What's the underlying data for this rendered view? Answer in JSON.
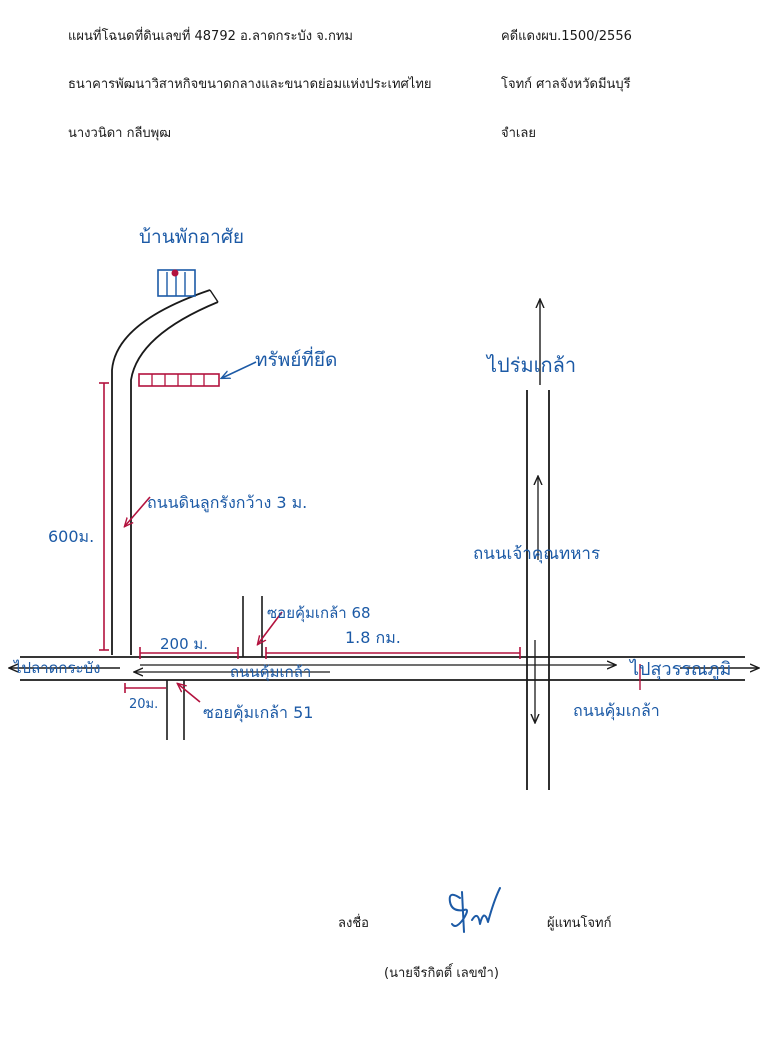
{
  "header": {
    "title": "แผนที่โฉนดที่ดินเลขที่ 48792  อ.ลาดกระบัง   จ.กทม",
    "case_no": "คดีแดงผบ.1500/2556",
    "plaintiff": "ธนาคารพัฒนาวิสาหกิจขนาดกลางและขนาดย่อมแห่งประเทศไทย",
    "plaintiff_court": "โจทก์ ศาลจังหวัดมีนบุรี",
    "defendant": "นางวนิดา กลีบพุฒ",
    "defendant_role": "จำเลย"
  },
  "map_labels": {
    "residence": "บ้านพักอาศัย",
    "seized_property": "ทรัพย์ที่ยึด",
    "to_rom_klao": "ไปร่มเกล้า",
    "dirt_road": "ถนนดินลูกรังกว้าง 3 ม.",
    "distance_600": "600ม.",
    "sahakon_road": "ถนนเจ้าคุณทหาร",
    "soi_68": "ซอยคุ้มเกล้า 68",
    "distance_1_8": "1.8 กม.",
    "distance_200": "200 ม.",
    "to_lat_krabang": "ไปลาดกระบัง",
    "khum_klao_road_main": "ถนนคุ้มเกล้า",
    "to_suvarnabhumi": "ไปสุวรรณภูมิ",
    "distance_20": "20ม.",
    "soi_51": "ซอยคุ้มเกล้า 51",
    "khum_klao_road_right": "ถนนคุ้มเกล้า"
  },
  "signature": {
    "sign_label": "ลงชื่อ",
    "role": "ผู้แทนโจทก์",
    "name": "(นายจีรกิตติ์  เลขขำ)"
  },
  "colors": {
    "ink_blue": "#1c5aa6",
    "ink_red": "#b3123e",
    "ink_dark": "#1a1a1a"
  }
}
